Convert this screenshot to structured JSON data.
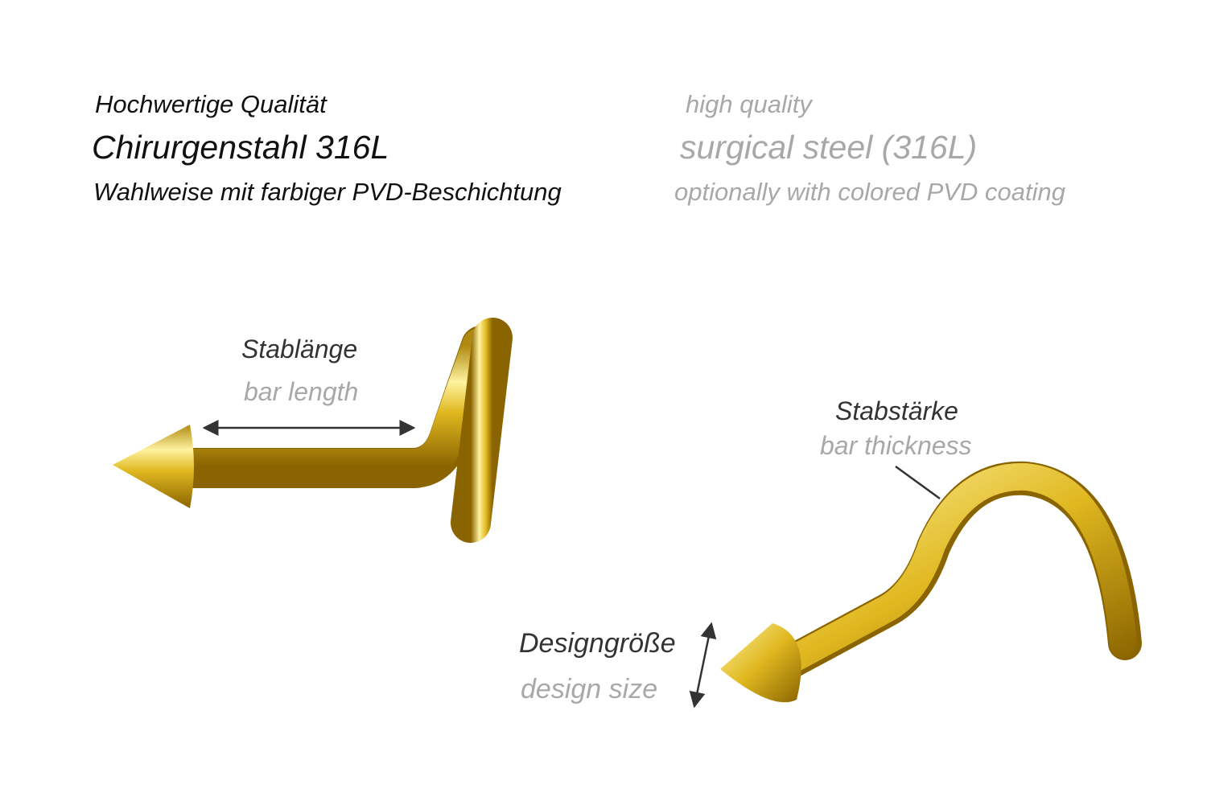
{
  "german": {
    "line1": "Hochwertige Qualität",
    "line2": "Chirurgenstahl 316L",
    "line3": "Wahlweise mit farbiger PVD-Beschichtung"
  },
  "english": {
    "line1": "high quality",
    "line2": "surgical steel (316L)",
    "line3": "optionally with colored PVD coating"
  },
  "labels": {
    "bar_length_de": "Stablänge",
    "bar_length_en": "bar length",
    "bar_thickness_de": "Stabstärke",
    "bar_thickness_en": "bar thickness",
    "design_size_de": "Designgröße",
    "design_size_en": "design size"
  },
  "colors": {
    "gold_light": "#fff3a0",
    "gold_mid": "#e0b820",
    "gold_dark": "#8a6400",
    "text_gray": "#a8a8a8"
  }
}
